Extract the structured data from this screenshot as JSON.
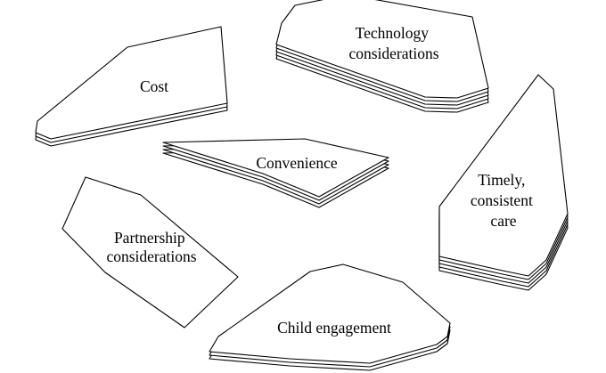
{
  "pieces": [
    {
      "id": "cost",
      "lines": [
        "Cost"
      ],
      "layers": 3
    },
    {
      "id": "technology",
      "lines": [
        "Technology",
        "considerations"
      ],
      "layers": 5
    },
    {
      "id": "convenience",
      "lines": [
        "Convenience"
      ],
      "layers": 4
    },
    {
      "id": "timely-care",
      "lines": [
        "Timely,",
        "consistent",
        "care"
      ],
      "layers": 5
    },
    {
      "id": "partnership",
      "lines": [
        "Partnership",
        "considerations"
      ],
      "layers": 1
    },
    {
      "id": "child-engagement",
      "lines": [
        "Child engagement"
      ],
      "layers": 3
    }
  ]
}
